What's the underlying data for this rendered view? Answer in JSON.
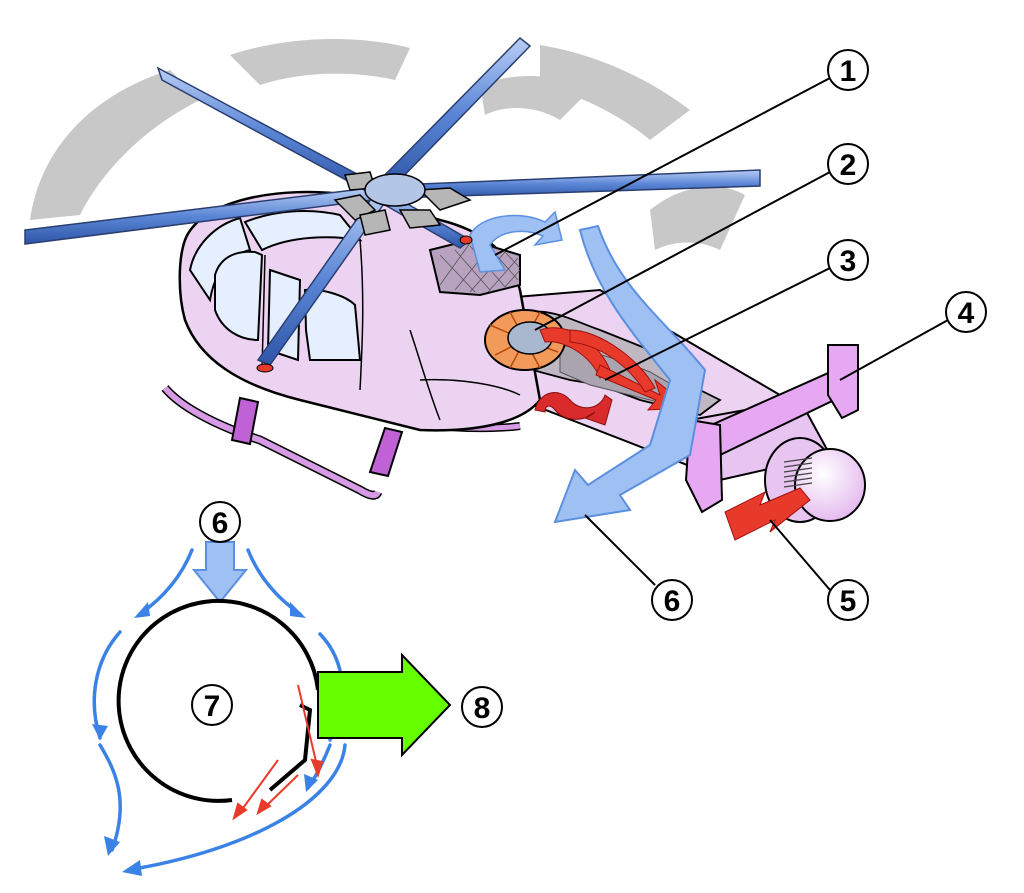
{
  "callouts": {
    "c1": "1",
    "c2": "2",
    "c3": "3",
    "c4": "4",
    "c5": "5",
    "c6_tail": "6",
    "c6_top": "6",
    "c7": "7",
    "c8": "8"
  },
  "colors": {
    "fuselage": "#ecd3f1",
    "fuselage_outline": "#000000",
    "rotor_blade": "#5b86d6",
    "rotor_blade_light": "#9fbaf0",
    "rotor_blur": "#c8c8c8",
    "skid": "#c061d6",
    "hub": "#b4c6e6",
    "intake_air": "#8fb5f0",
    "hot_exhaust": "#e83a2a",
    "fan": "#f29a5a",
    "thrust_arrow": "#66ff00",
    "flow_line": "#3b82e6"
  },
  "icons": {
    "helicopter": "helicopter-illustration",
    "tail_cross_section": "tail-boom-cross-section"
  }
}
